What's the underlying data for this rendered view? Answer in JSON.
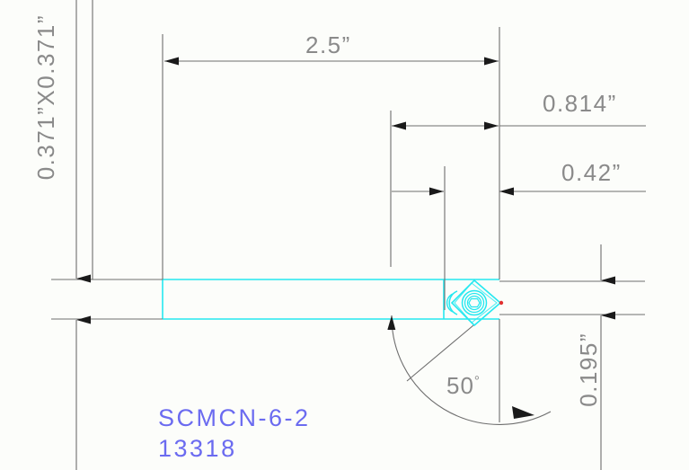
{
  "drawing": {
    "title": "SCMCN-6-2 Tool Holder Dimensioned Drawing",
    "background_color": "#fcfdfa",
    "dimension_line_color": "#6e6e6e",
    "dimension_text_color": "#8a8a8a",
    "part_geometry_color": "#25e8f0",
    "part_label_color": "#6b6bf0",
    "accent_point_color": "#e03030"
  },
  "dimensions": {
    "overall_length": {
      "value": "2.5”",
      "name": "overall-length",
      "orientation": "horizontal"
    },
    "shank_section": {
      "value": "0.371”X0.371”",
      "name": "shank-cross-section",
      "orientation": "vertical"
    },
    "cutting_width": {
      "value": "0.814”",
      "name": "cutting-width",
      "orientation": "horizontal"
    },
    "insert_offset": {
      "value": "0.42”",
      "name": "insert-offset",
      "orientation": "horizontal"
    },
    "tip_height": {
      "value": "0.195”",
      "name": "tip-height",
      "orientation": "vertical"
    },
    "lead_angle": {
      "value": "50",
      "unit": "°",
      "name": "lead-angle",
      "orientation": "angular"
    }
  },
  "part": {
    "model_number": "SCMCN-6-2",
    "item_number": "13318"
  }
}
